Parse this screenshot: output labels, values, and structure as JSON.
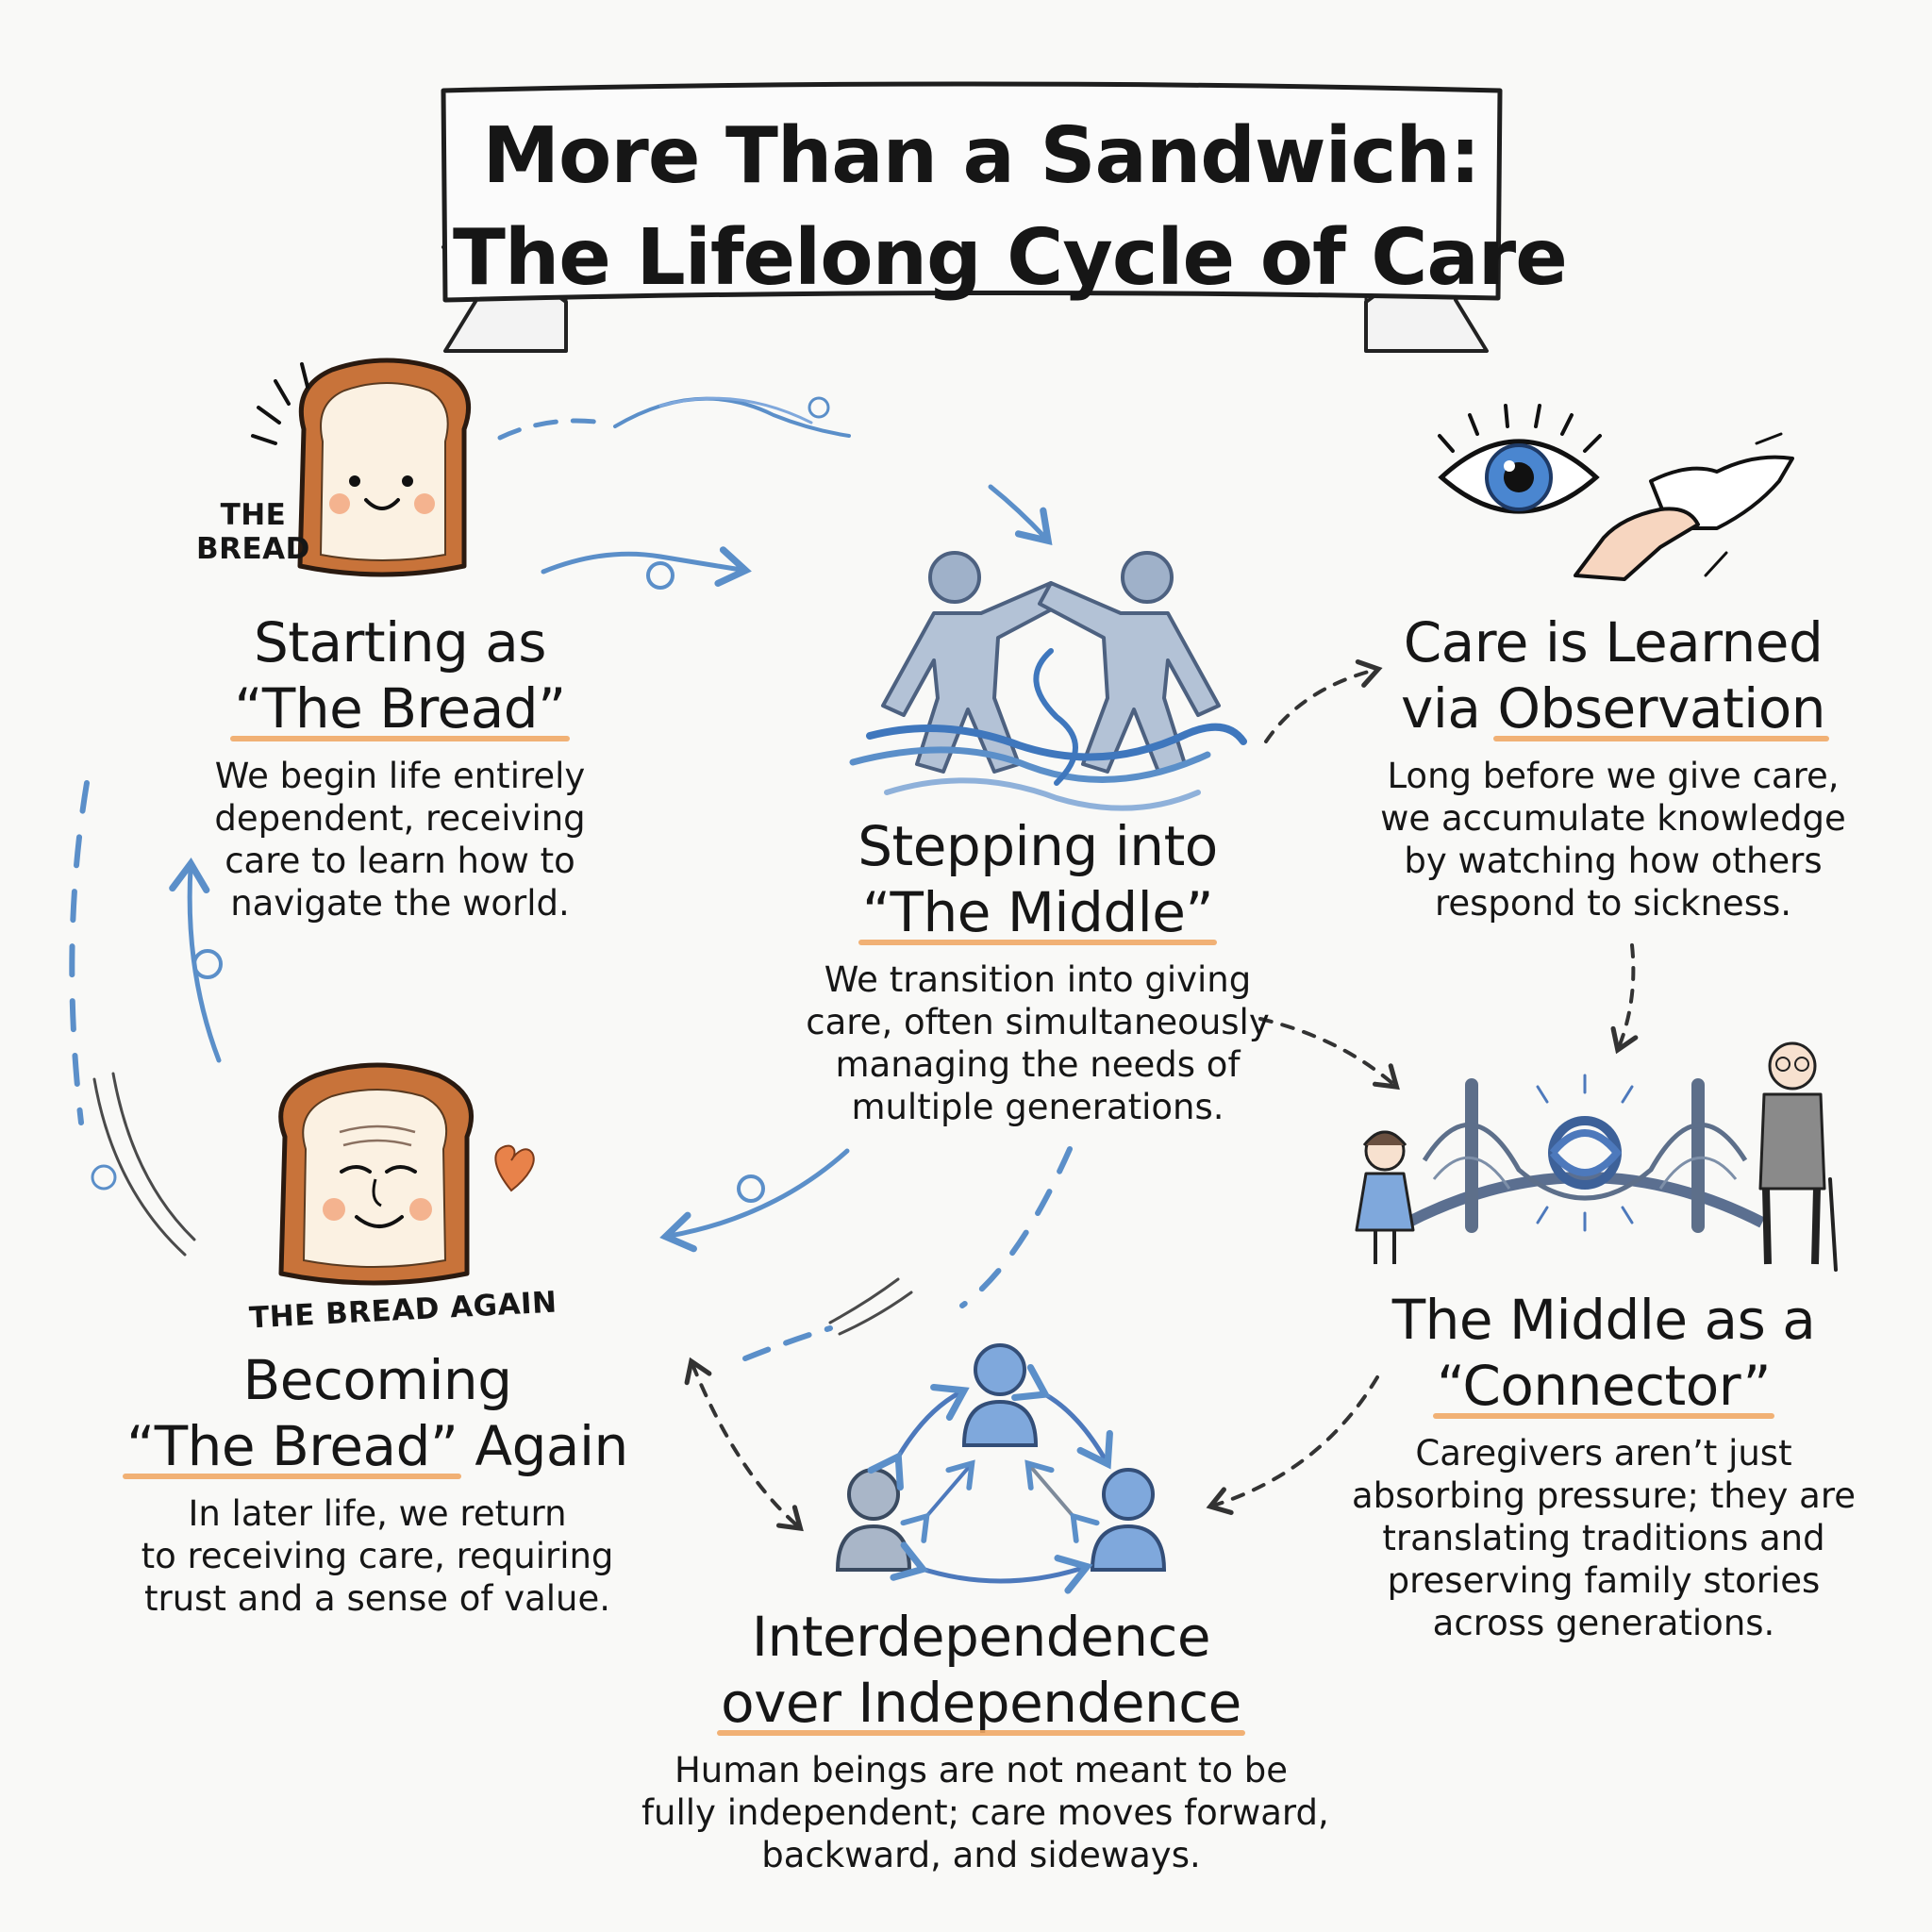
{
  "title": {
    "line1": "More Than a Sandwich:",
    "line2": "The Lifelong Cycle of Care"
  },
  "sections": {
    "bread": {
      "tag_line1": "THE",
      "tag_line2": "BREAD",
      "heading_line1": "Starting as",
      "heading_line2": "“The Bread”",
      "body": [
        "We begin life entirely",
        "dependent, receiving",
        "care to learn how to",
        "navigate the world."
      ],
      "icon": "smiling-toast-icon"
    },
    "middle": {
      "heading_line1": "Stepping into",
      "heading_line2": "“The Middle”",
      "body": [
        "We transition into giving",
        "care, often simultaneously",
        "managing the needs of",
        "multiple generations."
      ],
      "icon": "two-figures-holding-hands-icon"
    },
    "observation": {
      "heading_line1": "Care is Learned",
      "heading_line2_a": "via ",
      "heading_line2_b": "Observation",
      "body": [
        "Long before we give care,",
        "we accumulate knowledge",
        "by watching how others",
        "respond to sickness."
      ],
      "icon": "eye-and-hands-icon"
    },
    "connector": {
      "heading_line1": "The Middle as a",
      "heading_line2": "“Connector”",
      "body": [
        "Caregivers aren’t just",
        "absorbing pressure; they are",
        "translating traditions and",
        "preserving family stories",
        "across generations."
      ],
      "icon": "bridge-with-knot-icon"
    },
    "interdependence": {
      "heading_line1": "Interdependence",
      "heading_line2": "over Independence",
      "body": [
        "Human beings are not meant to be",
        "fully independent; care moves forward,",
        "backward, and sideways."
      ],
      "icon": "people-network-icon"
    },
    "bread_again": {
      "tag": "THE BREAD AGAIN",
      "heading_line1": "Becoming",
      "heading_line2_a": "“The Bread”",
      "heading_line2_b": " Again",
      "body": [
        "In later life, we return",
        "to receiving care, requiring",
        "trust and a sense of value."
      ],
      "icon": "elderly-toast-icon"
    }
  },
  "colors": {
    "accent_blue": "#5b8fc9",
    "underline_orange": "#f0a866",
    "toast_crust": "#c8733a",
    "ink": "#161616"
  }
}
